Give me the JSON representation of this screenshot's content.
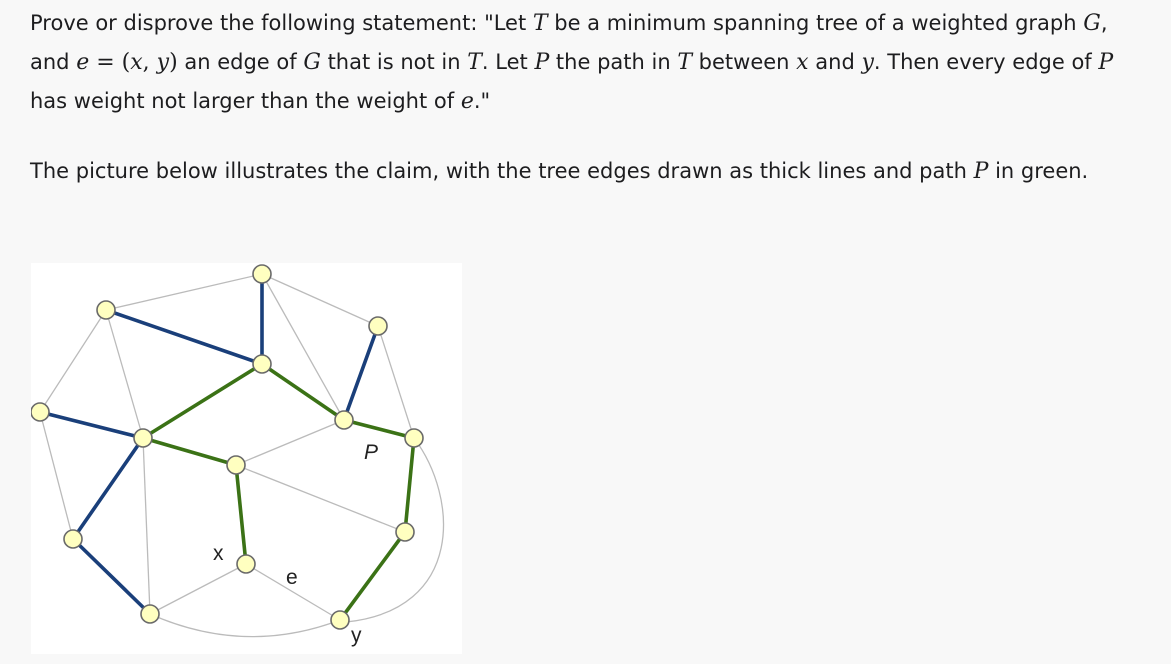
{
  "question": {
    "s1": "Prove or disprove the following statement: \"Let ",
    "T": "T",
    "s2": " be a minimum spanning tree of a weighted graph ",
    "G": "G",
    "s3": ", and ",
    "e": "e",
    "eq": " = ",
    "lp": "(",
    "x": "x",
    "comma": ", ",
    "y": "y",
    "rp": ")",
    "s4": " an edge of ",
    "s5": " that is not in ",
    "s6": ". Let ",
    "P": "P",
    "s7": " the path in ",
    "s8": " between ",
    "s9": " and ",
    "s10": ". Then every edge of ",
    "s11": " has weight not larger than the weight of ",
    "s12": ".\""
  },
  "caption": {
    "s1": "The picture below illustrates the claim, with the tree edges drawn as thick lines and path ",
    "P": "P",
    "s2": " in green."
  },
  "figure": {
    "labels": {
      "x": "x",
      "e": "e",
      "y": "y",
      "P": "P"
    },
    "colors": {
      "tree_edge": "#1a3f7a",
      "path_edge": "#3b7216",
      "graph_edge": "#bbbbbb",
      "node_fill": "#ffffc0",
      "node_stroke": "#6a6a6a"
    }
  }
}
